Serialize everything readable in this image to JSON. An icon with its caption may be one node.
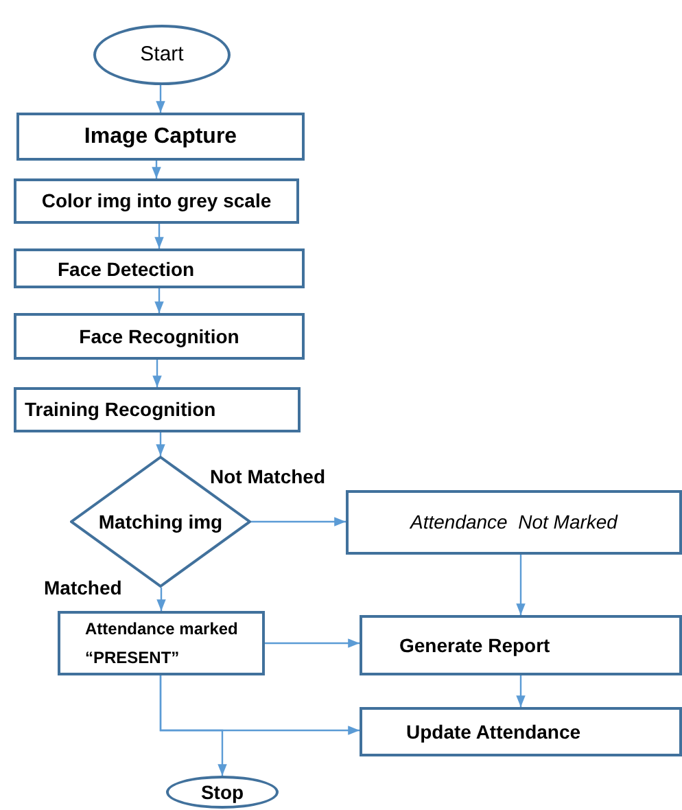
{
  "diagram": {
    "nodes": [
      {
        "text": [
          "Start"
        ]
      },
      {
        "text": [
          "Image Capture"
        ]
      },
      {
        "text": [
          "Color img into grey scale"
        ]
      },
      {
        "text": [
          "Face Detection"
        ]
      },
      {
        "text": [
          "Face Recognition"
        ]
      },
      {
        "text": [
          "Training Recognition"
        ]
      },
      {
        "text": [
          "Matching img"
        ]
      },
      {
        "text": [
          "Attendance  Not Marked"
        ]
      },
      {
        "text": [
          "Attendance marked “PRESENT”"
        ]
      },
      {
        "text": [
          "Generate Report"
        ]
      },
      {
        "text": [
          "Update Attendance"
        ]
      },
      {
        "text": [
          "Stop"
        ]
      }
    ],
    "edges": [
      {
        "from": 0,
        "to": 1,
        "arrow": "to"
      },
      {
        "from": 1,
        "to": 2,
        "arrow": "to"
      },
      {
        "from": 2,
        "to": 3,
        "arrow": "to"
      },
      {
        "from": 3,
        "to": 4,
        "arrow": "to"
      },
      {
        "from": 4,
        "to": 5,
        "arrow": "to"
      },
      {
        "from": 5,
        "to": 6,
        "arrow": "to"
      },
      {
        "from": 6,
        "to": 7,
        "arrow": "to",
        "label": "Not Matched"
      },
      {
        "from": 6,
        "to": 8,
        "arrow": "to",
        "label": "Matched"
      },
      {
        "from": 7,
        "to": 9,
        "arrow": "to"
      },
      {
        "from": 8,
        "to": 9,
        "arrow": "to"
      },
      {
        "from": 9,
        "to": 10,
        "arrow": "to"
      },
      {
        "from": 8,
        "to": 10,
        "arrow": "to"
      },
      {
        "from": 8,
        "to": 11,
        "arrow": "to"
      }
    ]
  }
}
